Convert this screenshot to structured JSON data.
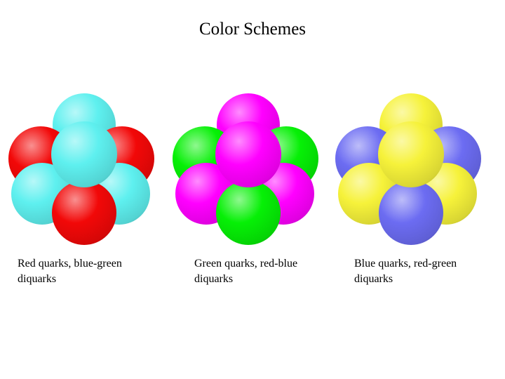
{
  "title": "Color Schemes",
  "colors": {
    "red": "#f20808",
    "cyan": "#5ef0ef",
    "green": "#06f006",
    "magenta": "#ff00ff",
    "blue": "#6c6cf2",
    "yellow": "#f6f23a"
  },
  "schemes": [
    {
      "quark_color": "red",
      "diquark_color": "cyan",
      "caption_line1": "Red quarks, blue-green",
      "caption_line2": "diquarks"
    },
    {
      "quark_color": "green",
      "diquark_color": "magenta",
      "caption_line1": "Green quarks, red-blue",
      "caption_line2": "diquarks"
    },
    {
      "quark_color": "blue",
      "diquark_color": "yellow",
      "caption_line1": "Blue quarks, red-green",
      "caption_line2": "diquarks"
    }
  ]
}
